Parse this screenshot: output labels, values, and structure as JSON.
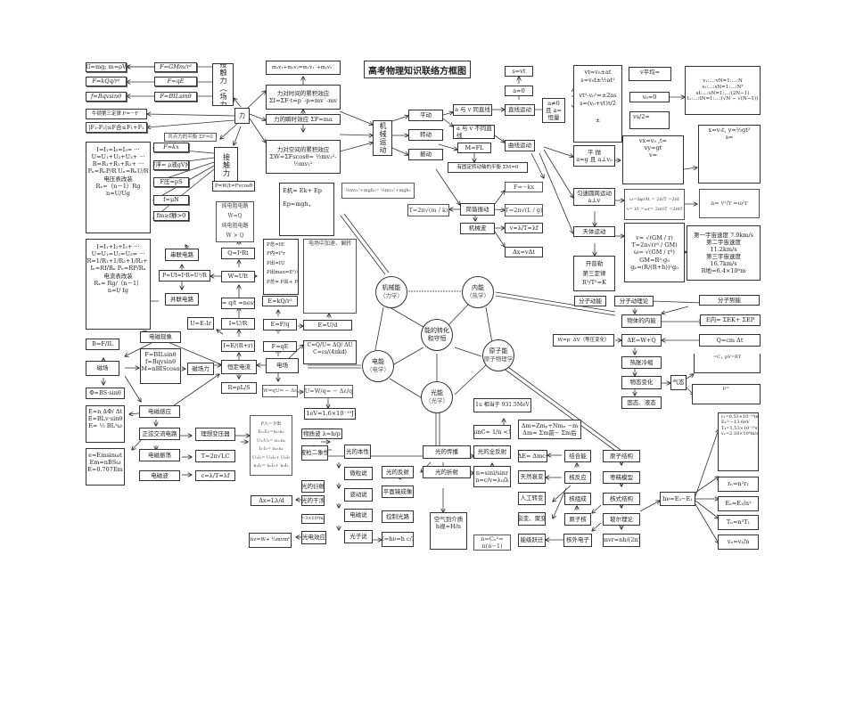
{
  "title": "高考物理知识联络方框图",
  "force": {
    "center": "力",
    "field_force": "非接触力（场力）",
    "contact_force": "接触力",
    "gravity": "G=mg; m=ρV",
    "universal": "F=GMm/r²",
    "coulomb": "F=kQq/r²",
    "electric": "F=qE",
    "lorentz": "f=Bqvsinθ",
    "ampere": "F=BILsinθ",
    "newton3": "牛顿第三定律 F=－F´",
    "resultant": "|F₁-F₂|≤F合≤F₁+F₂",
    "equilibrium": "共点力的平衡 ΣF=0",
    "hooke": "F=kx",
    "buoyancy": "F浮= ρ液gV排",
    "pressure": "F压=pS",
    "friction": "f=μN",
    "static_friction": "fm≥f静>0",
    "power": "P=W/t=Fvcosθ"
  },
  "mechanics": {
    "momentum_conservation": "m₁v₁+m₂v₂=m₁v₁´+m₂v₂´",
    "impulse_title": "力对时间的累积效应",
    "impulse_formula": "ΣI=ΣF·t=p´-p=mv´-mv",
    "instant_effect": "力的瞬时效应 ΣF=ma",
    "work_title": "力对空间的累积效应",
    "work_formula_1": "ΣW=ΣFscosθ= ½mv₂²-",
    "work_formula_2": "½mv₁²",
    "mech_energy_1": "E机= Ek+ Ep",
    "mech_energy_2": "Ep=mgh，",
    "energy_conservation": "½mv₁²+mgh₁= ½mv₂²+mgh₂",
    "motion": "机械运动",
    "translation": "平动",
    "rotation": "转动",
    "vibration": "振动",
    "same_line": "a 与 v 同直线",
    "not_same_line": "a 与 v 不同直线",
    "torque": "M=FL",
    "torque_balance": "有固定转动轴的平衡 ΣM=0",
    "straight": "直线运动",
    "curve": "曲线运动",
    "a_zero": "a=0",
    "uniform": "s=vt",
    "a_const": "a≠0 且 a=恒量",
    "kinematics_1": "vt=v₀±at",
    "kinematics_2": "s=v₀t±½at²",
    "kinematics_3": "vt²-v₀²=±2as",
    "kinematics_4": "s=(v₀+vt)t/2",
    "kinematics_5": "±",
    "avg_speed": "v平均=",
    "v0_zero": "v₀=0",
    "mid_speed": "vs/2=",
    "ratio_1": "v₁:…:vN=1:…:N",
    "ratio_2": "s₁:…:sN=1:…:N²",
    "ratio_3": "sⅠ:…:sN=1:…:(2N−1)",
    "ratio_4": "t₁:…:tN=1:…:(√N − √(N−1))",
    "projectile": "平 抛",
    "projectile_cond": "a=g 且 a⊥v₀",
    "proj_v_1": "vx=v₀ ,t=",
    "proj_v_2": "vy=gt",
    "proj_v_3": "v=",
    "proj_s_1": "x=v₀t, y=½gt²",
    "proj_s_2": "s=",
    "circular": "匀速圆周运动",
    "circular_cond": "a⊥v",
    "omega": "ω=Δφ/Δt = 2π/T =2πf",
    "velocity": "v= l/t =ωr= 2πr/T =2πrf",
    "centripetal": "a= v²/r =ω²r",
    "celestial": "天体运动",
    "orbit_v": "v= √(GM / r)",
    "orbit_T": "T=2π√(r³ / GM)",
    "orbit_w": "ω= √(GM / r³)",
    "gm": "GM=R² g₀",
    "gh": "gₕ=(R/(R+h))²g₀",
    "kepler_1": "开普勒",
    "kepler_2": "第三定律",
    "kepler_3": "R³/T²=K",
    "cosmic_1": "第一宇宙速度 7.9km/s",
    "cosmic_2": "第二宇宙速度",
    "cosmic_3": "11.2km/s",
    "cosmic_4": "第三宇宙速度",
    "cosmic_5": "16.7km/s",
    "cosmic_6": "R地=6.4×10⁶m",
    "shm": "简谐振动",
    "shm_force": "F=−kx",
    "pendulum": "T=2π√(L / g)",
    "spring_period": "T=2π√(m / k)",
    "mech_wave": "机械波",
    "wave_speed": "v=λ/T=λf",
    "wave_dist": "Δx=vΔt"
  },
  "electricity": {
    "series_params_1": "I=I₁=I₂=I₃= ···",
    "series_params_2": "U=U₁+U₂+U₃+ ···",
    "series_params_3": "R=R₁+R₂+R₃+ ···",
    "series_params_4": "Pₙ=RₙP/R  Uₙ=RₙU/R",
    "series_params_5": "电压表改装",
    "series_params_6": "Rₓ=（n－1）Rg",
    "series_params_7": "n=U/Ug",
    "parallel_params_1": "I=I₁+I₂+I₃+ ···",
    "parallel_params_2": "U=U₁=U₂=U₃= ···",
    "parallel_params_3": "1/R=1/R₁+1/R₂+1/R₃+ ···",
    "parallel_params_4": "Iₙ=RI/Rₙ  Pₙ=RP/Rₙ",
    "parallel_params_5": "电流表改装",
    "parallel_params_6": "Rₓ= Rg/（n－1）",
    "parallel_params_7": "n=I/ Ig",
    "series": "串联电路",
    "parallel": "并联电路",
    "power_eq": "P=UI=I²R=U²/R",
    "pure_resist_1": "纯电阻电路",
    "pure_resist_2": "W=Q",
    "non_pure_1": "纯电阻电路",
    "non_pure_2": "W > Q",
    "joule": "Q=I²Rt",
    "work_e": "W=UIt",
    "current_def": "I= q/t =nesv",
    "ohm": "I=U/R",
    "closed_ohm": "I=E/(R+r)",
    "terminal": "U=E-Ir",
    "powers_1": "P总=IE",
    "powers_2": "P内=I²r",
    "powers_3": "P出=IU",
    "powers_4": "P出max=E²/4r",
    "powers_5": "P总= P出+ P内",
    "point_field": "E=kQ/r²",
    "field_def": "E=F/q",
    "uniform_field": "E=U/d",
    "field_force": "F=qE",
    "accel_deflect": "电场中加速、偏转",
    "capacitor_1": "C=Q/U= ΔQ/ ΔU",
    "capacitor_2": "C=εs/(4πkd)",
    "electric_field": "电场",
    "work_field": "W=qU= − Δε",
    "potential": "U=W/q= − Δε/q",
    "ev": "1eV=1.6×10⁻¹⁹J",
    "steady_current": "恒定电流",
    "resistivity": "R=ρL/S",
    "magnetic_force": "磁场力",
    "magnetic_field": "磁场",
    "b_def": "B=F/IL",
    "em_phenomena": "电磁现象",
    "mag_forces_1": "F=BILsinθ",
    "mag_forces_2": "f=Bqvsinθ",
    "mag_forces_3": "M=nBIScosα",
    "flux": "Φ=BS·sinθ",
    "em_induction": "电磁感应",
    "emf_1": "E=n ΔΦ/ Δt",
    "emf_2": "E=BLv·sinθ",
    "emf_3": "E= ½ BL²ω",
    "ac_circuit": "正弦交流电路",
    "ac_1": "e=Emsinωt",
    "ac_2": "Em=nBSω",
    "ac_3": "E=0.707Em",
    "transformer": "理想变压器",
    "trans_1": "P入= P出",
    "trans_2": "E₁:E₂=n₁:n₂",
    "trans_3": "U₁:U₂= n₁:n₂",
    "trans_4": "I₁:I₂= n₂:n₁",
    "trans_5": "U₁I₁= U₂I₂+ U₃I₃",
    "trans_6": "n₁I₁= n₂I₂+ n₃I₃",
    "em_oscillation": "电磁振荡",
    "lc_period": "T=2π√LC",
    "em_wave": "电磁波",
    "wave_c": "c=λ/T=λf"
  },
  "energy": {
    "center_1": "能的转化",
    "center_2": "和守恒",
    "mech": "机械能",
    "mech_sub": "（力学）",
    "internal": "内能",
    "internal_sub": "（热学）",
    "electric": "电能",
    "electric_sub": "（电学）",
    "atomic": "原子能",
    "atomic_sub": "原子物理学",
    "light": "光能",
    "light_sub": "（光学）"
  },
  "thermal": {
    "molecular_theory": "分子动理论",
    "molecular_ke": "分子动能",
    "molecular_pe": "分子势能",
    "internal_energy": "物体的内能",
    "e_internal": "E内= ΣEK+ ΣEP",
    "first_law": "ΔE=W+Q",
    "work_gas": "W=p· ΔV（等压变化）",
    "heat": "Q=cm Δt",
    "gas_eq": "=C，pV=RT",
    "expansion": "热胀冷缩",
    "state_change": "物态变化",
    "gas": "气态",
    "gas_p": "p=",
    "solid_liquid": "固态、液态"
  },
  "optics": {
    "mass_energy": "1u 相当于 931.5MeV",
    "mass_defect_1": "Δm=Zmₚ+Nmₙ −m",
    "mass_defect_2": "Δm= Σm前− Σm后",
    "binding": "ΔE= Δmc²",
    "critical": "sinC= 1/n <1",
    "total_reflect": "光的全反射",
    "propagation": "光的传播",
    "refraction": "光的折射",
    "reflection": "光的反射",
    "snell_1": "n=sini/sinr",
    "snell_2": "n=c/v=λ₀/λ",
    "mirror": "平面镜成像",
    "control_path": "控制光路",
    "depth_1": "空气到介质",
    "depth_2": "h视=H/n",
    "nature": "光的本性",
    "wave_particle": "波粒二象性",
    "matter_wave": "物质波  λ=h/p",
    "particle_theory": "微粒说",
    "wave_theory": "波动说",
    "diffraction": "光的衍射",
    "interference": "光的干涉",
    "fringe": "Δx=Lλ/d",
    "em_theory": "电磁说",
    "light_speed": "c=3×10⁸m/s",
    "photon_theory": "光子说",
    "photoelectric": "光电效应",
    "einstein": "hν=W+ ½mvm²",
    "photon_e": "E=hν=h c/λ"
  },
  "atomic": {
    "structure": "原子结构",
    "plum": "枣糕模型",
    "nuclear_model": "核式结构",
    "bohr": "玻尔理论",
    "angular": "mvr=nh/(2π)",
    "nucleus": "原子核",
    "electrons": "核外电子",
    "transition": "能级跃迁",
    "lines_1": "n=Cₙ²=",
    "lines_2": "n(n−1)",
    "binding_energy": "结合能",
    "nuclear_reaction": "核反应",
    "nuclear_comp": "核组成",
    "natural_decay": "天然衰变",
    "artificial": "人工转变",
    "fission": "裂变、聚变",
    "photon_emission": "hν=E₂−E₁",
    "hydrogen_1": "r₁=0.53×10⁻¹⁰m",
    "hydrogen_2": "E₁=−13.6eV",
    "hydrogen_3": "T₁=1.53×10⁻¹⁶s",
    "hydrogen_4": "v₁=2.18×10⁶m/s",
    "rn": "rₙ=n²r₁",
    "en": "Eₙ=E₁/n²",
    "tn": "Tₙ=n³T₁",
    "vn": "vₙ=v₁/n"
  }
}
